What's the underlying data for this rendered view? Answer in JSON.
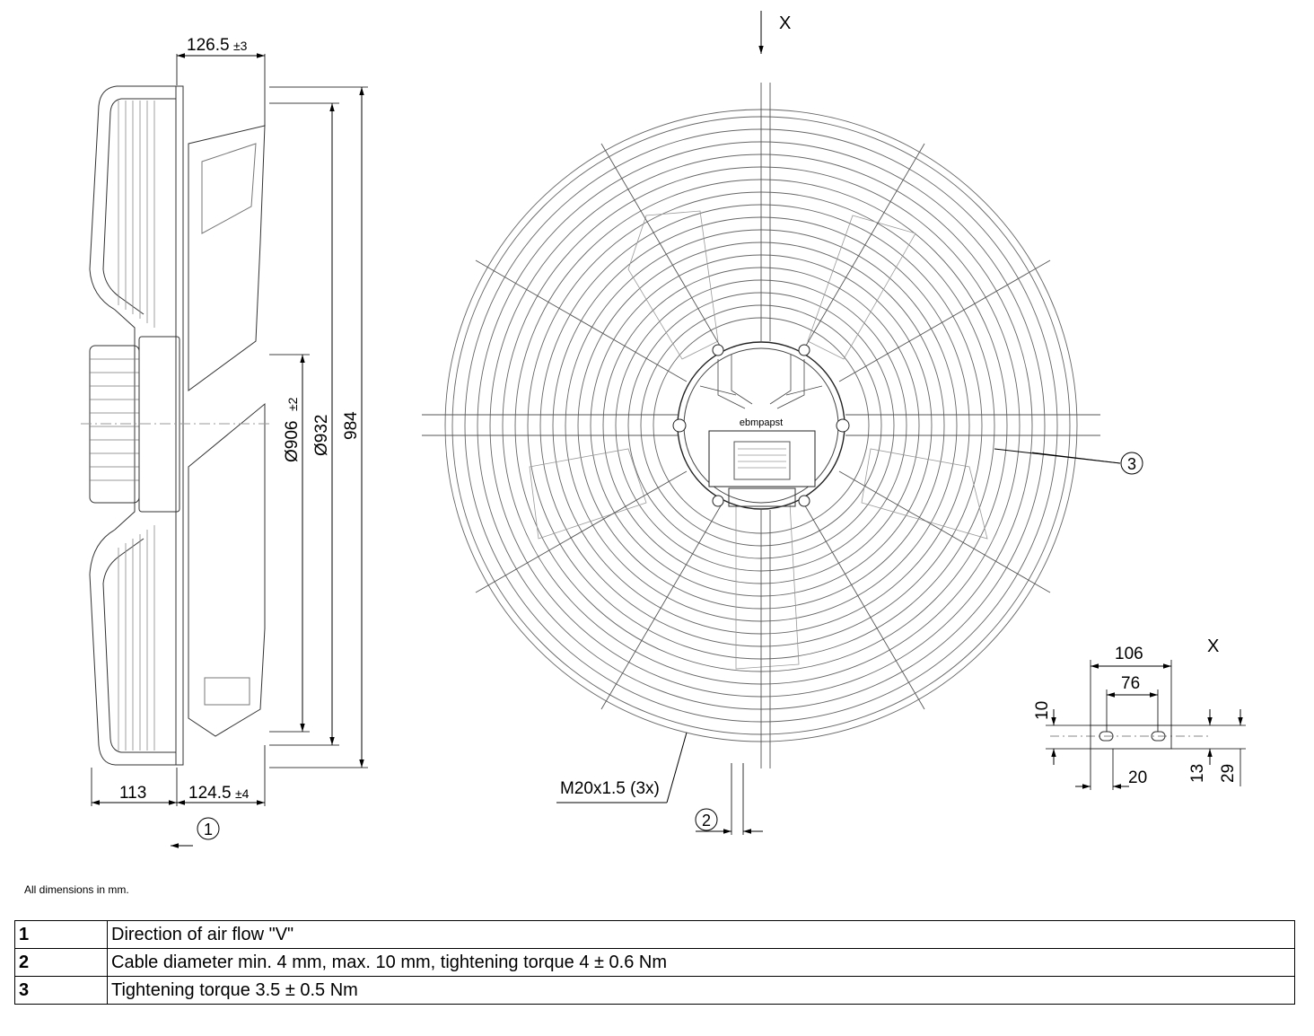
{
  "dimensions": {
    "depth_top": "126.5",
    "depth_top_tol": "±3",
    "diameter_906": "Ø906",
    "diameter_906_tol": "±2",
    "diameter_932": "Ø932",
    "overall_984": "984",
    "depth_113": "113",
    "depth_bottom": "124.5",
    "depth_bottom_tol": "±4"
  },
  "front_view": {
    "view_marker": "X",
    "thread_label": "M20x1.5 (3x)",
    "brand_text": "ebmpapst"
  },
  "detail_x": {
    "view_marker": "X",
    "dim_106": "106",
    "dim_76": "76",
    "dim_10": "10",
    "dim_20": "20",
    "dim_13": "13",
    "dim_29": "29"
  },
  "callouts": {
    "c1": "1",
    "c2": "2",
    "c3": "3"
  },
  "note": "All dimensions in mm.",
  "legend": [
    {
      "key": "1",
      "text": "Direction of air flow \"V\""
    },
    {
      "key": "2",
      "text": "Cable diameter min. 4 mm, max. 10 mm, tightening torque 4 ± 0.6 Nm"
    },
    {
      "key": "3",
      "text": "Tightening torque 3.5 ± 0.5 Nm"
    }
  ]
}
